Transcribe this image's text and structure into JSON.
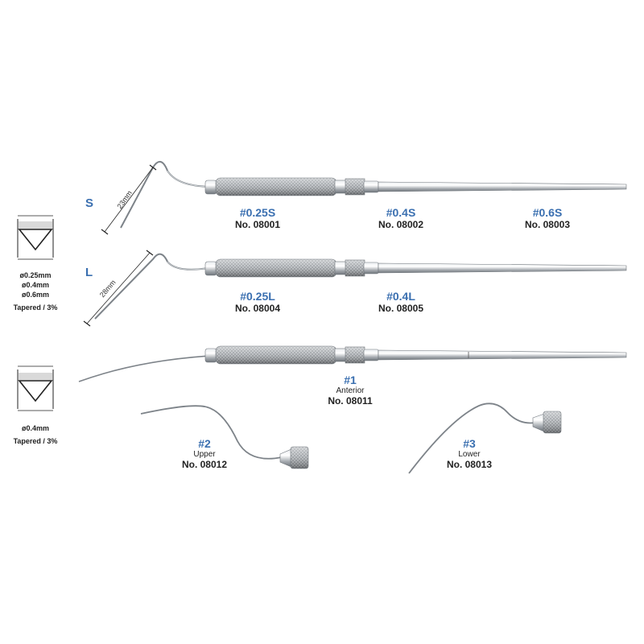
{
  "colors": {
    "accent": "#3a6fb0",
    "text": "#222222",
    "steel": "#9aa0a6"
  },
  "groups": {
    "s": {
      "letter": "S",
      "length_label": "23mm"
    },
    "l": {
      "letter": "L",
      "length_label": "28mm"
    }
  },
  "tip_specs": {
    "top": {
      "diameters": [
        "ø0.25mm",
        "ø0.4mm",
        "ø0.6mm"
      ],
      "taper": "Tapered / 3%"
    },
    "bottom": {
      "diameters": [
        "ø0.4mm"
      ],
      "taper": "Tapered / 3%"
    }
  },
  "products": [
    {
      "code": "#0.25S",
      "number": "No. 08001",
      "sub": ""
    },
    {
      "code": "#0.4S",
      "number": "No. 08002",
      "sub": ""
    },
    {
      "code": "#0.6S",
      "number": "No. 08003",
      "sub": ""
    },
    {
      "code": "#0.25L",
      "number": "No. 08004",
      "sub": ""
    },
    {
      "code": "#0.4L",
      "number": "No. 08005",
      "sub": ""
    },
    {
      "code": "#1",
      "number": "No. 08011",
      "sub": "Anterior"
    },
    {
      "code": "#2",
      "number": "No. 08012",
      "sub": "Upper"
    },
    {
      "code": "#3",
      "number": "No. 08013",
      "sub": "Lower"
    }
  ]
}
